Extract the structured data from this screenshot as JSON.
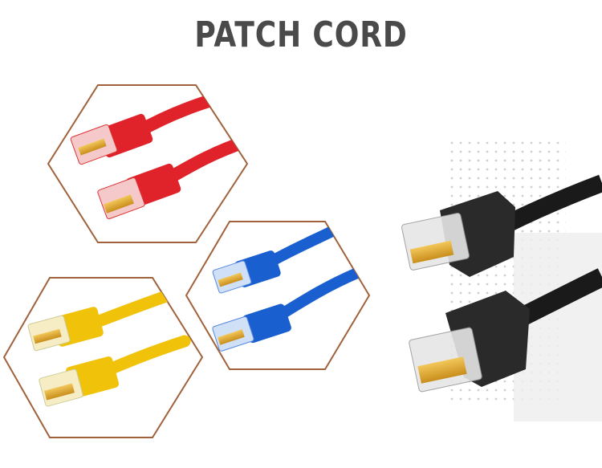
{
  "title": "PATCH CORD",
  "colors": {
    "hex_border": "#a0623a",
    "red_cable": "#e0222a",
    "blue_cable": "#1a5fd0",
    "yellow_cable": "#f0c20a",
    "black_cable": "#1a1a1a",
    "title_text": "#4a4a4a"
  },
  "panels": [
    {
      "cable_color": "red",
      "connectors": 2
    },
    {
      "cable_color": "blue",
      "connectors": 2
    },
    {
      "cable_color": "yellow",
      "connectors": 2
    },
    {
      "cable_color": "black",
      "connectors": 2
    }
  ]
}
